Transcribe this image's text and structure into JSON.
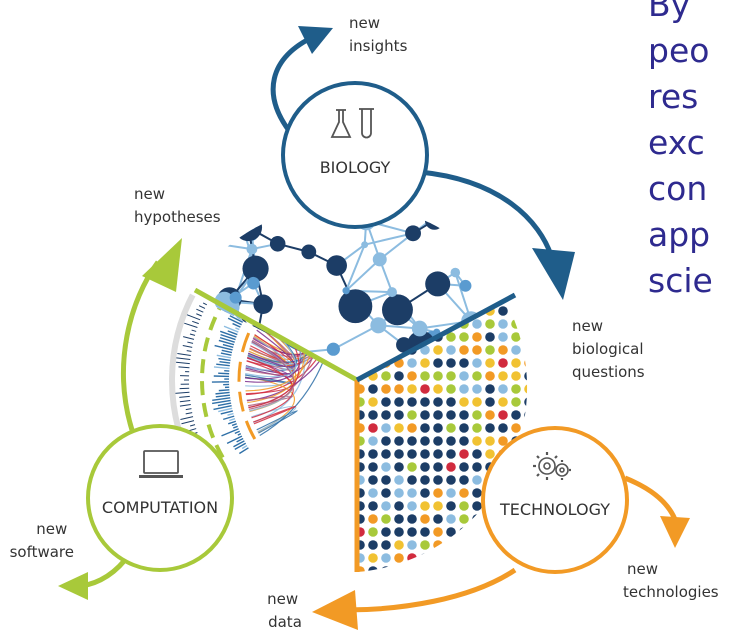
{
  "colors": {
    "biology": "#1f5d8a",
    "computation": "#a8c93a",
    "technology": "#f29a25",
    "navy": "#1c3d66",
    "light_blue": "#8cbce0",
    "red": "#d12b3e",
    "yellow": "#f1c232",
    "purple": "#7a2c8c",
    "side_text": "#2e2a8f"
  },
  "nodes": {
    "biology": {
      "label": "BIOLOGY",
      "icon": "lab-flask-icon"
    },
    "computation": {
      "label": "COMPUTATION",
      "icon": "laptop-icon"
    },
    "technology": {
      "label": "TECHNOLOGY",
      "icon": "gears-icon"
    }
  },
  "outputs": {
    "new_insights": [
      "new",
      "insights"
    ],
    "new_biological_questions": [
      "new",
      "biological",
      "questions"
    ],
    "new_hypotheses": [
      "new",
      "hypotheses"
    ],
    "new_software": [
      "new",
      "software"
    ],
    "new_data": [
      "new",
      "data"
    ],
    "new_technologies": [
      "new",
      "technologies"
    ]
  },
  "side_text_lines": [
    "By",
    "peo",
    "res",
    "exc",
    "con",
    "app",
    "scie"
  ]
}
